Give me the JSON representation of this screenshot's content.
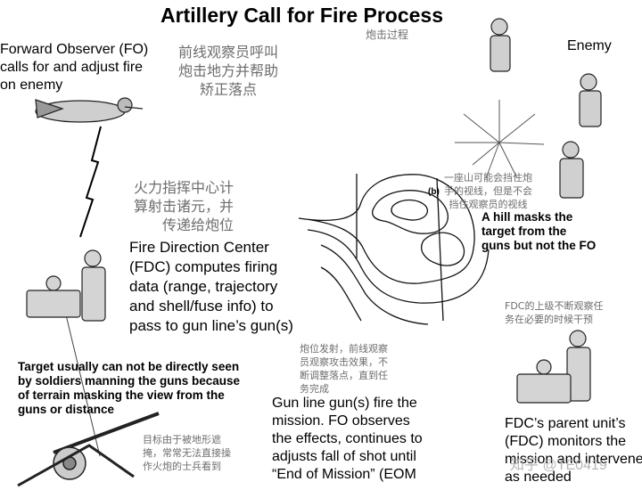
{
  "title": "Artillery Call for Fire Process",
  "title_cn": "炮击过程",
  "enemy_label": "Enemy",
  "fo": {
    "en": "Forward Observer (FO)\ncalls for and adjust fire\non enemy",
    "cn": "前线观察员呼叫\n炮击地方并帮助\n矫正落点"
  },
  "fdc": {
    "cn": "火力指挥中心计\n算射击诸元，并\n传递给炮位",
    "en": "Fire Direction Center\n(FDC) computes firing\ndata (range, trajectory\nand shell/fuse info) to\npass to gun line’s gun(s)"
  },
  "hill": {
    "cn": "一座山可能会挡住炮\n手的视线，但是不会\n挡住观察员的视线",
    "en": "A hill masks the\ntarget from the\nguns but not the FO",
    "map_label": "(b)"
  },
  "target": {
    "en": "Target usually can not be directly seen\nby soldiers manning the guns because\nof terrain masking the view from the\nguns or distance",
    "cn": "目标由于被地形遮\n掩，常常无法直接操\n作火炮的士兵看到"
  },
  "gunline": {
    "cn": "炮位发射，前线观察\n员观察攻击效果，不\n断调整落点，直到任\n务完成",
    "en": "Gun line gun(s) fire the\nmission. FO observes\nthe effects, continues to\nadjusts fall of shot until\n“End of Mission” (EOM"
  },
  "parent": {
    "cn": "FDC的上级不断观察任\n务在必要的时候干预",
    "en": "FDC’s parent unit’s\n(FDC) monitors the\nmission and intervenes\nas needed"
  },
  "watermark": "知乎 @TE0419"
}
